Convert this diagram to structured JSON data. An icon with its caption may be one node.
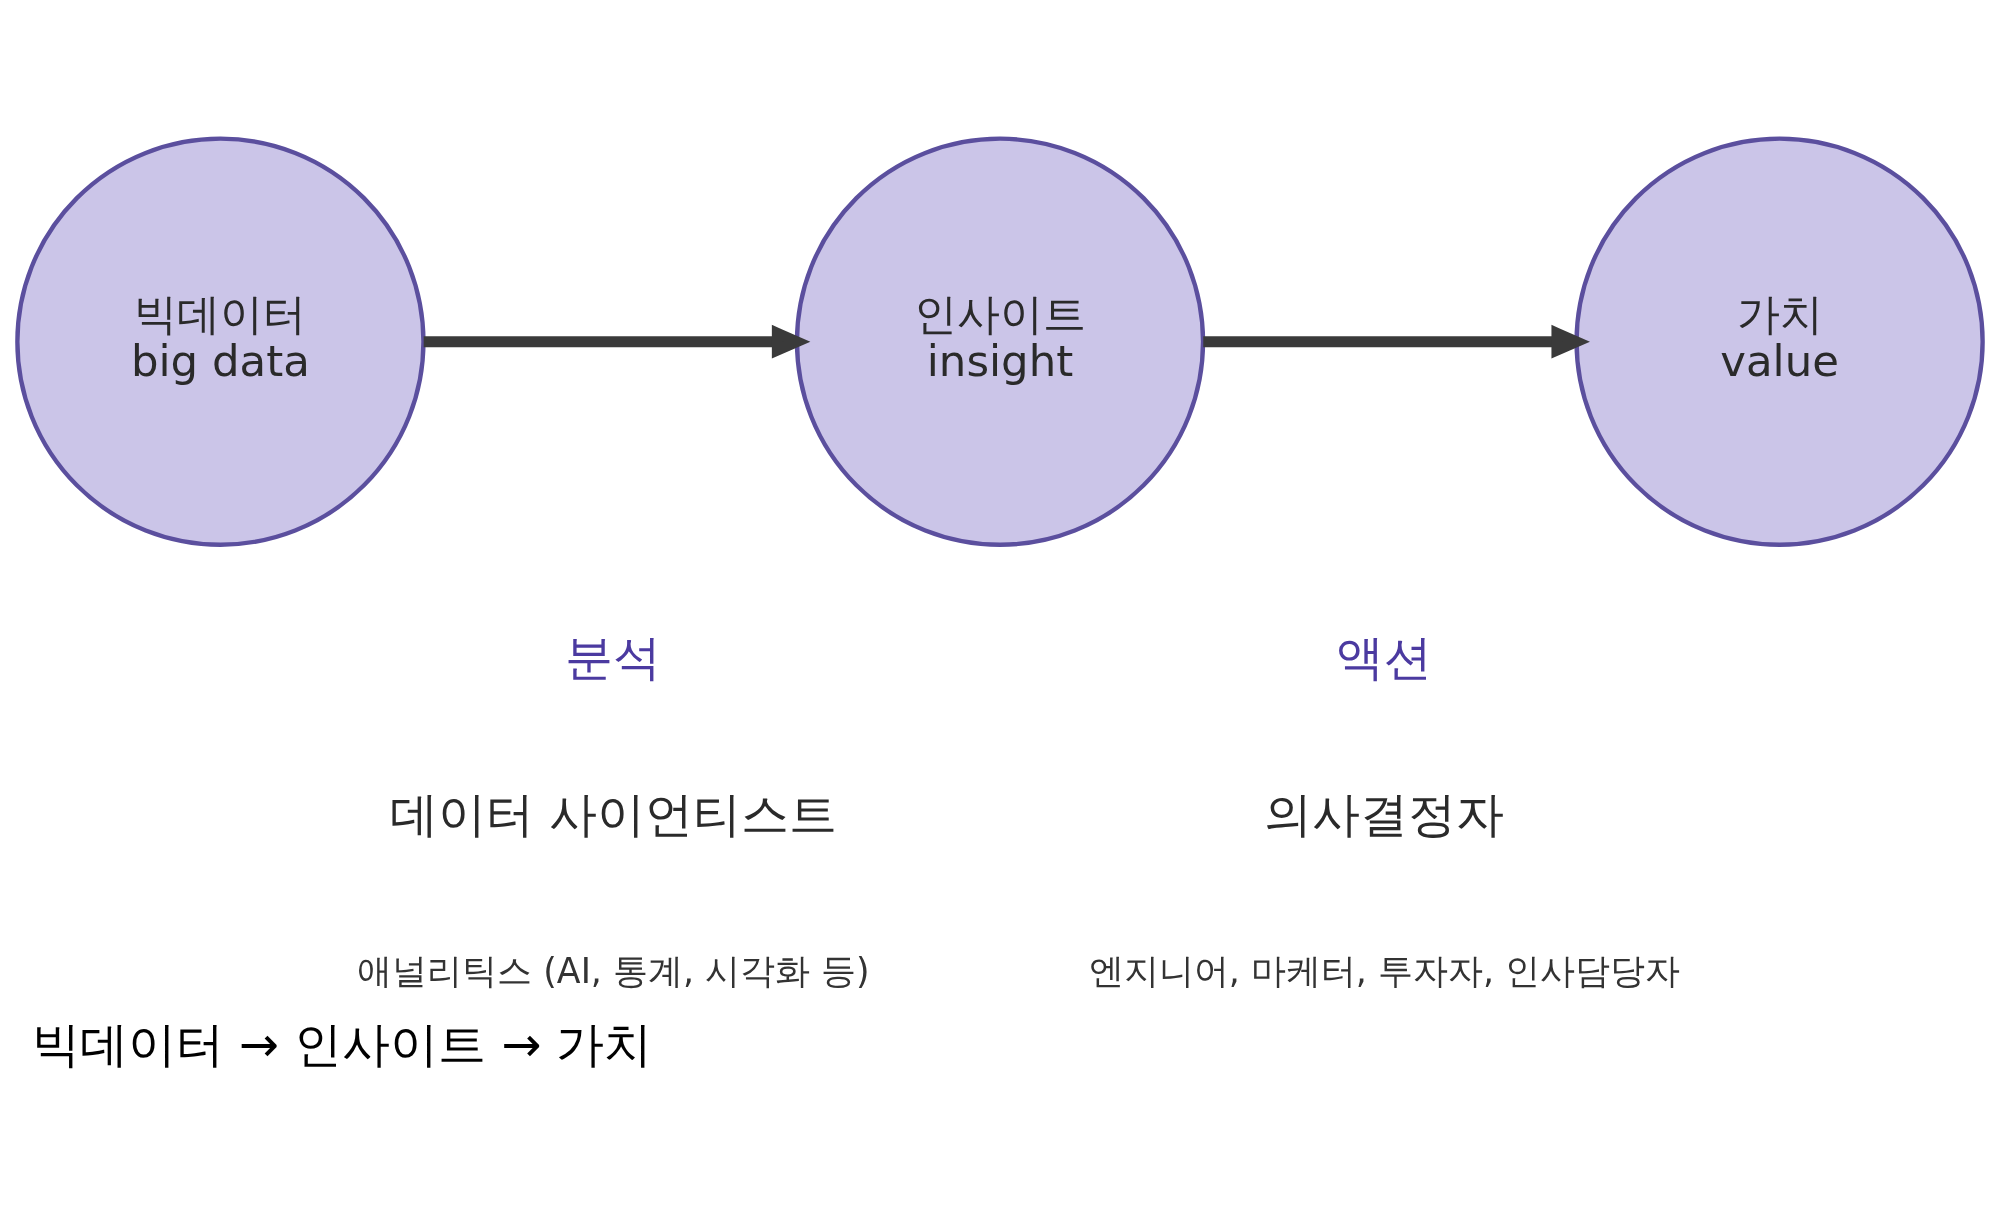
{
  "diagram": {
    "caption": "빅데이터 → 인사이트 → 가치",
    "nodes": [
      {
        "text": [
          "빅데이터",
          "big data"
        ]
      },
      {
        "text": [
          "인사이트",
          "insight"
        ]
      },
      {
        "text": [
          "가치",
          "value"
        ]
      }
    ],
    "edges": [
      {
        "from": 0,
        "to": 1,
        "arrow": "to"
      },
      {
        "from": 1,
        "to": 2,
        "arrow": "to"
      }
    ],
    "labels": [
      "분석",
      "데이터 사이언티스트",
      "애널리틱스 (AI, 통계, 시각화 등)",
      "액션",
      "의사결정자",
      "엔지니어, 마케터, 투자자, 인사담당자"
    ]
  }
}
